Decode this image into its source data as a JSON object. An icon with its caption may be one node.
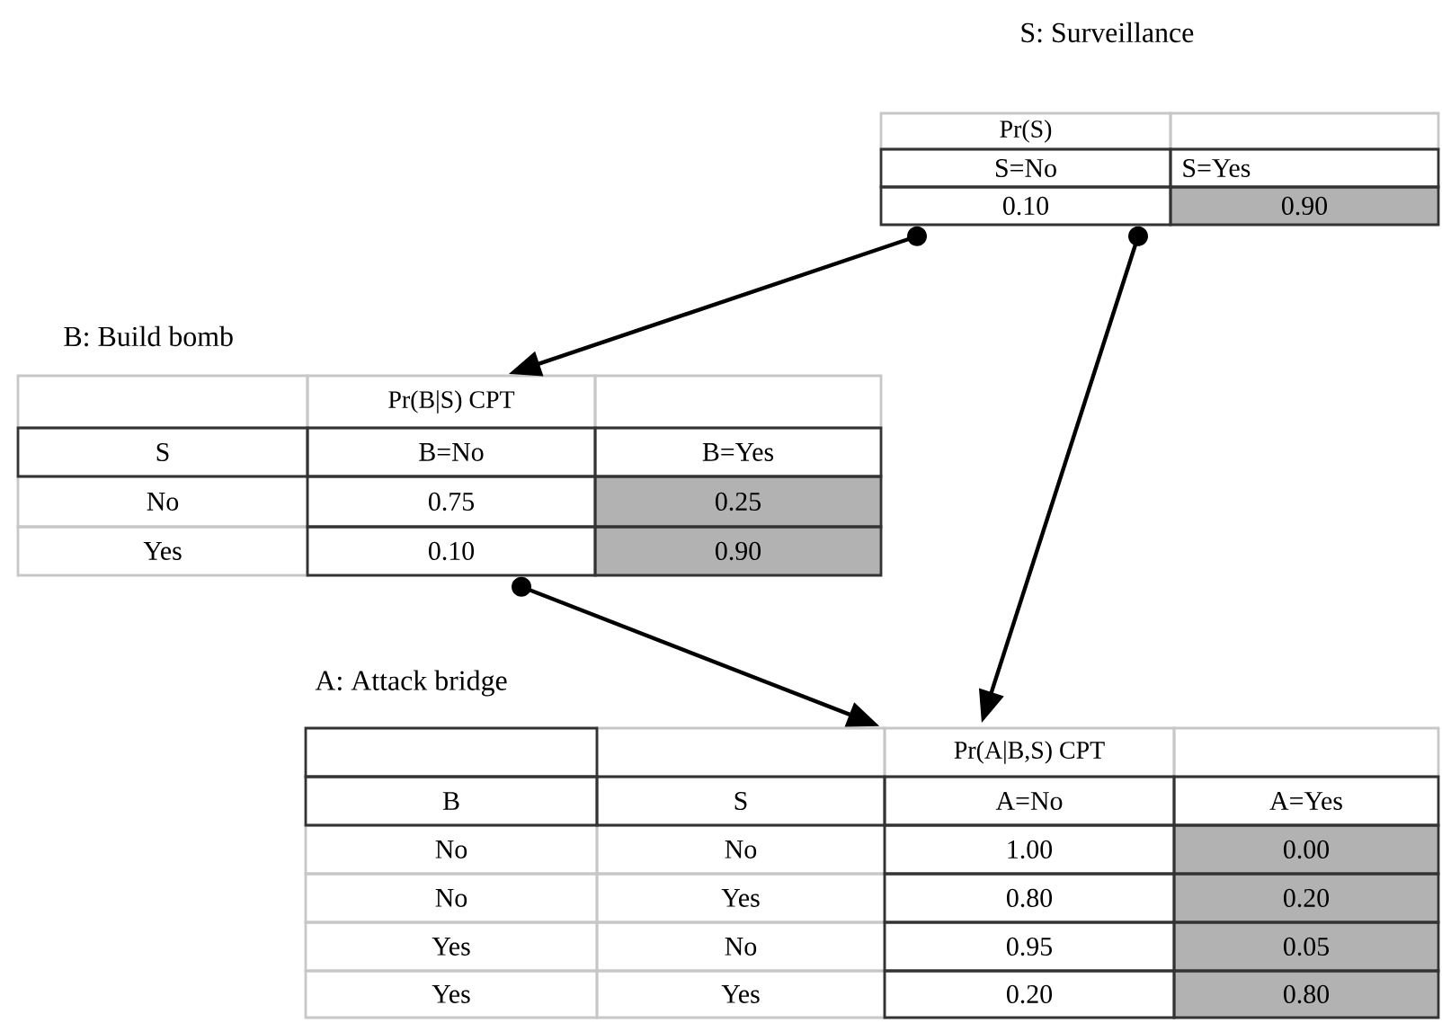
{
  "diagram": {
    "nodes": [
      {
        "text": [
          "S: Surveillance",
          "Pr(S)",
          "S=No",
          "S=Yes",
          "0.10",
          "0.90"
        ]
      },
      {
        "text": [
          "B: Build bomb",
          "Pr(B|S) CPT",
          "S",
          "B=No",
          "B=Yes",
          "No",
          "0.75",
          "0.25",
          "Yes",
          "0.10",
          "0.90"
        ]
      },
      {
        "text": [
          "A: Attack bridge",
          "Pr(A|B,S) CPT",
          "B",
          "S",
          "A=No",
          "A=Yes",
          "No",
          "No",
          "1.00",
          "0.00",
          "No",
          "Yes",
          "0.80",
          "0.20",
          "Yes",
          "No",
          "0.95",
          "0.05",
          "Yes",
          "Yes",
          "0.20",
          "0.80"
        ]
      }
    ],
    "edges": [
      {
        "from": 0,
        "to": 1,
        "arrow": "to"
      },
      {
        "from": 0,
        "to": 2,
        "arrow": "to"
      },
      {
        "from": 1,
        "to": 2,
        "arrow": "to"
      }
    ]
  }
}
